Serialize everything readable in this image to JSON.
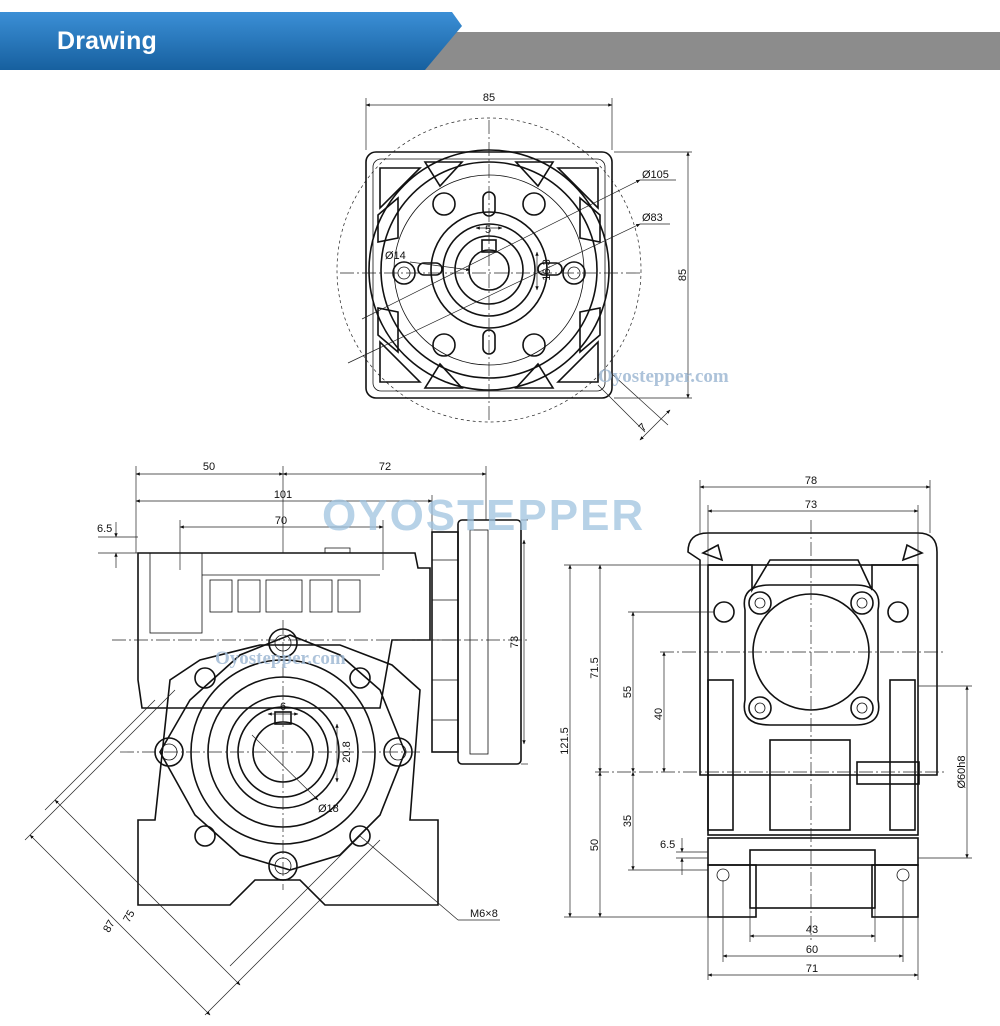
{
  "header": {
    "title": "Drawing",
    "accent_color": "#1f6fb8",
    "bar_color": "#8c8c8c"
  },
  "watermarks": {
    "large": "OYOSTEPPER",
    "small": "Oyostepper.com"
  },
  "top_view": {
    "width": "85",
    "height": "85",
    "outer_diameter": "Ø105",
    "pitch_diameter": "Ø83",
    "bore": "Ø14",
    "key_width": "5",
    "key_height": "16.3",
    "flange_edge": "7"
  },
  "side_view": {
    "left_span": "50",
    "right_span": "72",
    "total_length": "101",
    "hole_spacing": "70",
    "flange_offset": "6.5",
    "flange_height": "73",
    "key_width": "6",
    "key_height": "20.8",
    "bore": "Ø18",
    "pcd_inner": "75",
    "pcd_outer": "87",
    "thread": "M6×8"
  },
  "front_view": {
    "overall_width": "78",
    "inner_width": "73",
    "total_height": "121.5",
    "upper_height": "71.5",
    "lower_height": "50",
    "hole_spacing_upper": "55",
    "hole_spacing_lower": "35",
    "bore_height": "40",
    "shaft_diameter": "Ø60h8",
    "foot_hole": "6.5",
    "base_inner": "43",
    "base_mid": "60",
    "base_outer": "71"
  }
}
